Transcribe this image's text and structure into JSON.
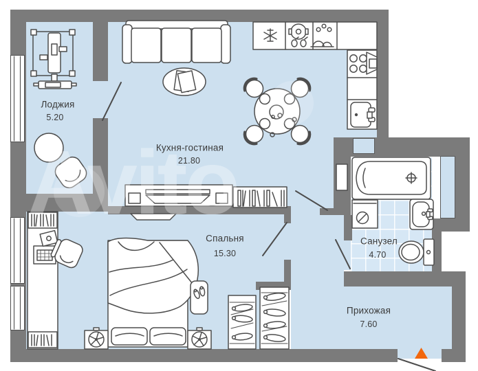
{
  "plan": {
    "watermark": "Avito",
    "rooms": {
      "loggia": {
        "name": "Лоджия",
        "area": "5.20"
      },
      "kitchen_living": {
        "name": "Кухня-гостиная",
        "area": "21.80"
      },
      "bedroom": {
        "name": "Спальня",
        "area": "15.30"
      },
      "bathroom": {
        "name": "Санузел",
        "area": "4.70"
      },
      "hallway": {
        "name": "Прихожая",
        "area": "7.60"
      }
    },
    "colors": {
      "wall": "#7b7b7b",
      "room_fill": "#cde0ef",
      "bathroom_tile": "#d6e7f5",
      "furniture_outline": "#4d4d4d",
      "entrance_marker": "#f2670d",
      "background": "#ffffff",
      "label_text": "#3b3b3b"
    },
    "icons": [
      "exercise-machine-icon",
      "round-table-icon",
      "armchair-icon",
      "sofa-icon",
      "coffee-table-icon",
      "dining-table-icon",
      "dining-chair-icon",
      "fridge-snowflake-icon",
      "pot-icon",
      "dish-rack-icon",
      "cooktop-icon",
      "hood-icon",
      "kitchen-sink-icon",
      "tv-console-icon",
      "books-icon",
      "tv-shelf-icon",
      "bathtub-icon",
      "washing-machine-icon",
      "washbasin-icon",
      "toilet-icon",
      "bed-icon",
      "nightstand-icon",
      "slippers-icon",
      "fan-icon",
      "wardrobe-hangers-icon",
      "desk-icon",
      "laptop-icon",
      "office-chair-icon",
      "entrance-triangle-icon",
      "door-swing-line",
      "window"
    ]
  }
}
